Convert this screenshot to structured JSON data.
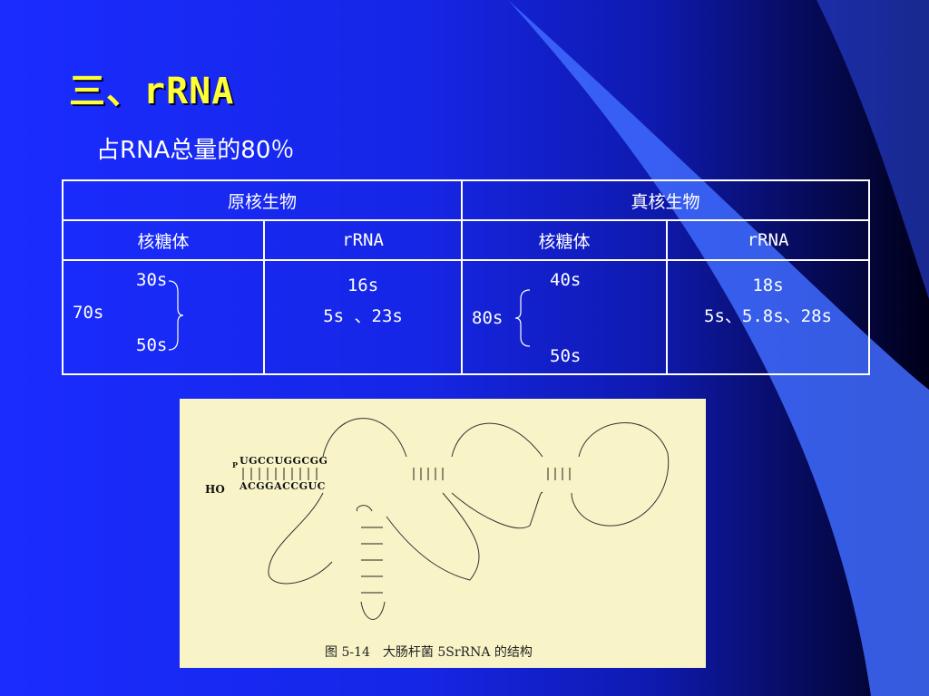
{
  "slide": {
    "title": "三、rRNA",
    "subtitle": "占RNA总量的80％"
  },
  "table": {
    "groups": [
      "原核生物",
      "真核生物"
    ],
    "columns": [
      "核糖体",
      "rRNA",
      "核糖体",
      "rRNA"
    ],
    "prokaryote_ribosome": {
      "whole": "70s",
      "small": "30s",
      "large": "50s"
    },
    "prokaryote_rrna": [
      "16s",
      "5s 、23s"
    ],
    "eukaryote_ribosome": {
      "whole": "80s",
      "small": "40s",
      "large": "50s"
    },
    "eukaryote_rrna": [
      "18s",
      "5s、5.8s、28s"
    ]
  },
  "figure": {
    "caption": "图 5-14　大肠杆菌 5SrRNA 的结构",
    "hairpin_5prime": "UGCCUGGCGG",
    "hairpin_3prime": "ACGGACCGUC",
    "end_label": "HO",
    "p_label": "P"
  },
  "colors": {
    "title": "#ffff33",
    "background": "#1a2cff",
    "swoosh": "#3f6bff",
    "figure_bg": "#f8f4c8"
  }
}
